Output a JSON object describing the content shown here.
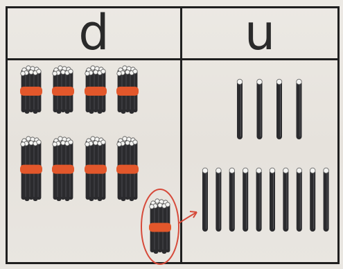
{
  "table": {
    "headers": {
      "tens": "d",
      "units": "u"
    }
  },
  "content": {
    "tens_bundles": {
      "count": 9
    },
    "unit_sticks": {
      "row1_count": 4,
      "row2_count": 10
    }
  },
  "icons": {
    "bundle": "bundle-of-ten-sticks-icon",
    "stick": "single-stick-icon",
    "arrow": "arrow-icon"
  },
  "colors": {
    "band": "#e2572b",
    "stick": "#2b2b2e",
    "highlight": "#d64a3a",
    "frame": "#1f1f1f"
  }
}
